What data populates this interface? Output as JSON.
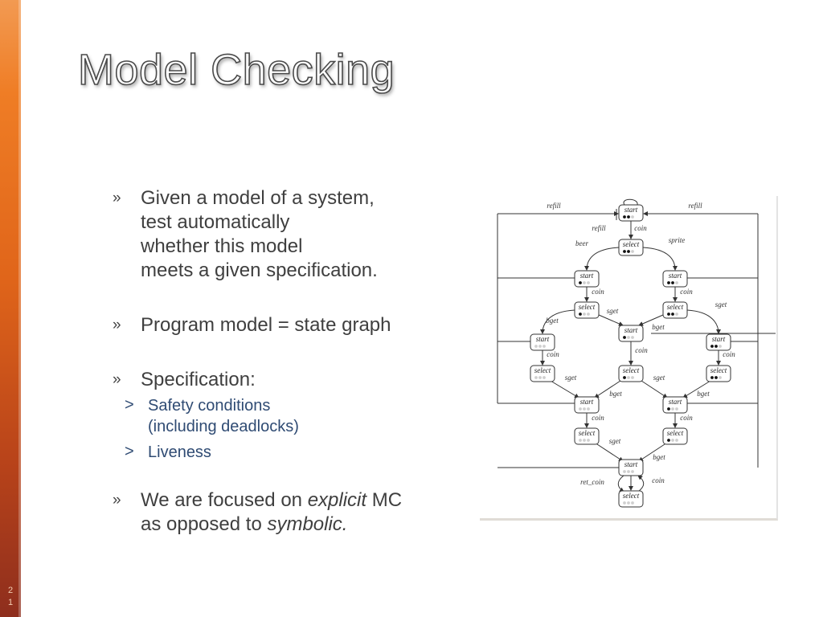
{
  "slide": {
    "title": "Model Checking",
    "number_lines": [
      "2",
      "1"
    ]
  },
  "bullets": {
    "b1": {
      "marker": "»",
      "lines": [
        "Given a model of a system,",
        "test automatically",
        "whether this model",
        "meets a given specification."
      ]
    },
    "b2": {
      "marker": "»",
      "text": "Program model = state graph"
    },
    "b3": {
      "marker": "»",
      "text": "Specification:",
      "subs": [
        {
          "marker": ">",
          "lines": [
            "Safety conditions",
            "(including deadlocks)"
          ]
        },
        {
          "marker": ">",
          "lines": [
            "Liveness"
          ]
        }
      ]
    },
    "b4": {
      "marker": "»",
      "line1_pre": "We are focused on ",
      "line1_em": "explicit",
      "line1_post": " MC",
      "line2_pre": "as opposed to ",
      "line2_em": "symbolic."
    }
  },
  "diagram": {
    "states": [
      {
        "id": "s0",
        "label": "start"
      },
      {
        "id": "s1",
        "label": "select"
      },
      {
        "id": "s2",
        "label": "start"
      },
      {
        "id": "s3",
        "label": "start"
      },
      {
        "id": "s4",
        "label": "select"
      },
      {
        "id": "s5",
        "label": "select"
      },
      {
        "id": "s6",
        "label": "start"
      },
      {
        "id": "s7",
        "label": "start"
      },
      {
        "id": "s8",
        "label": "start"
      },
      {
        "id": "s9",
        "label": "select"
      },
      {
        "id": "s10",
        "label": "select"
      },
      {
        "id": "s11",
        "label": "select"
      },
      {
        "id": "s12",
        "label": "start"
      },
      {
        "id": "s13",
        "label": "start"
      },
      {
        "id": "s14",
        "label": "select"
      },
      {
        "id": "s15",
        "label": "select"
      },
      {
        "id": "s16",
        "label": "start"
      },
      {
        "id": "s17",
        "label": "select"
      }
    ],
    "edge_labels": {
      "refill_left": "refill",
      "refill_right": "refill",
      "refill_inner": "refill",
      "coin_top": "coin",
      "beer": "beer",
      "sprite": "sprite",
      "coin_l": "coin",
      "coin_r": "coin",
      "bget_1": "bget",
      "sget_1": "sget",
      "sget_2": "sget",
      "bget_2": "bget",
      "coin_ll": "coin",
      "coin_c": "coin",
      "coin_rr": "coin",
      "sget_3": "sget",
      "bget_3": "bget",
      "sget_4": "sget",
      "bget_4": "bget",
      "coin_m1": "coin",
      "coin_m2": "coin",
      "sget_5": "sget",
      "bget_5": "bget",
      "ret_coin": "ret_coin",
      "coin_bottom": "coin"
    }
  }
}
